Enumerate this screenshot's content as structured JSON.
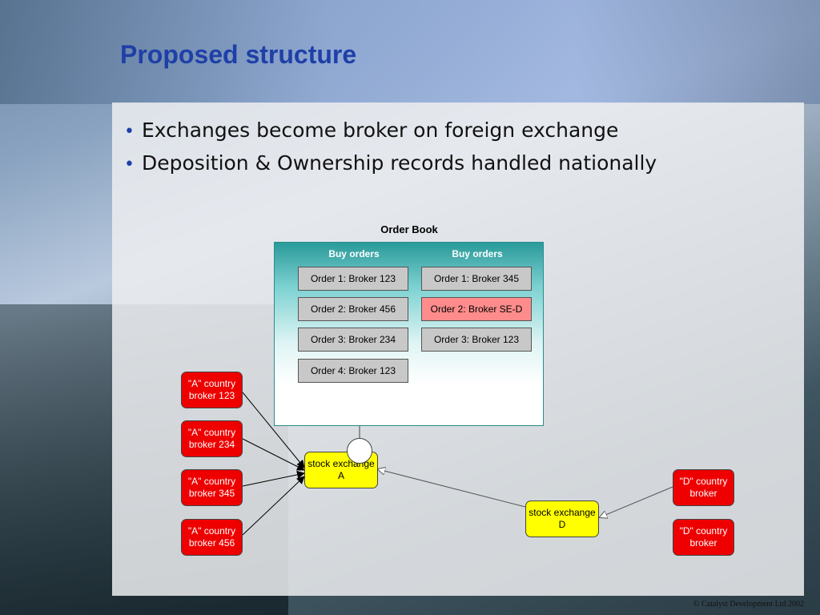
{
  "slide": {
    "title": "Proposed structure",
    "bullets": [
      "Exchanges become broker on foreign exchange",
      "Deposition & Ownership records handled nationally"
    ],
    "copyright": "© Catalyst Development Ltd 2002"
  },
  "diagram": {
    "order_book_label": "Order Book",
    "columns": [
      {
        "header": "Buy orders",
        "orders": [
          "Order 1: Broker 123",
          "Order 2: Broker 456",
          "Order 3: Broker 234",
          "Order 4: Broker 123"
        ]
      },
      {
        "header": "Buy orders",
        "orders": [
          "Order 1: Broker 345",
          "Order 2: Broker SE-D",
          "Order 3: Broker 123"
        ]
      }
    ],
    "highlight_color": "#ff8c8c",
    "brokers_a": [
      "\"A\" country broker 123",
      "\"A\" country broker 234",
      "\"A\" country broker 345",
      "\"A\" country broker 456"
    ],
    "brokers_d": [
      "\"D\" country broker",
      "\"D\" country broker"
    ],
    "exchange_a": "stock exchange A",
    "exchange_d": "stock exchange D"
  },
  "colors": {
    "title": "#1f3fa8",
    "broker": "#ee0000",
    "exchange": "#ffff00",
    "order_book_border": "#2a8c8c"
  }
}
